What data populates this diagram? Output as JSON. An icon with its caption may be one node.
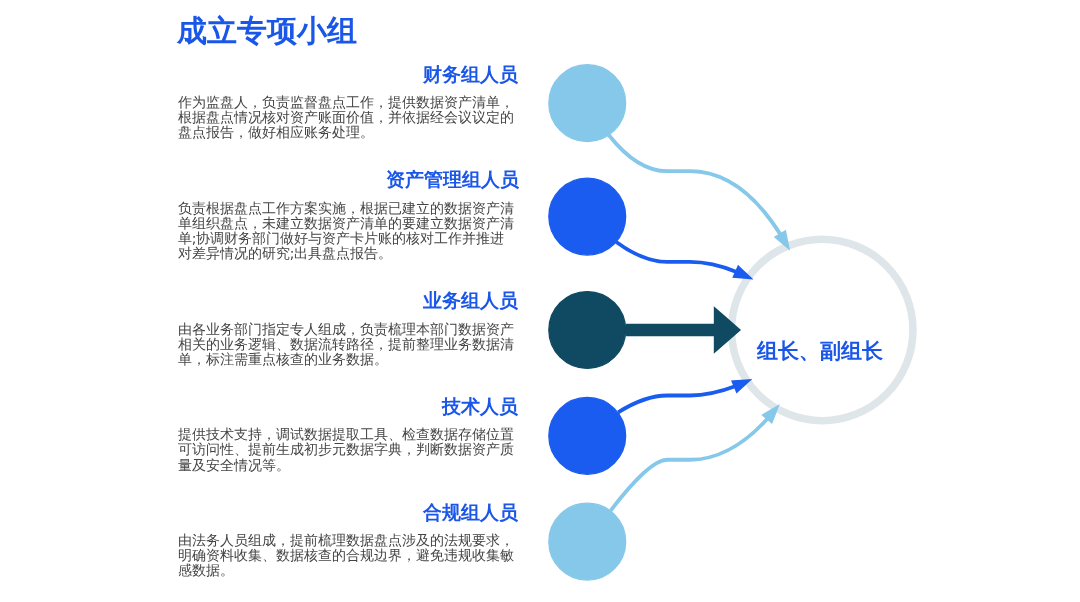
{
  "diagram": {
    "title": "成立专项小组",
    "nodes": [
      {
        "text": [],
        "shape": "circle",
        "beside": [
          "财务组人员",
          "作为监盘人，负责监督盘点工作，提供数据资产清单，根据盘点情况核对资产账面价值，并依据经会议议定的盘点报告，做好相应账务处理。"
        ]
      },
      {
        "text": [],
        "shape": "circle",
        "beside": [
          "资产管理组人员",
          "负责根据盘点工作方案实施，根据已建立的数据资产清单组织盘点，未建立数据资产清单的要建立数据资产清单;协调财务部门做好与资产卡片账的核对工作并推进对差异情况的研究;出具盘点报告。"
        ]
      },
      {
        "text": [],
        "shape": "circle",
        "beside": [
          "业务组人员",
          "由各业务部门指定专人组成，负责梳理本部门数据资产相关的业务逻辑、数据流转路径，提前整理业务数据清单，标注需重点核查的业务数据。"
        ]
      },
      {
        "text": [],
        "shape": "circle",
        "beside": [
          "技术人员",
          "提供技术支持，调试数据提取工具、检查数据存储位置可访问性、提前生成初步元数据字典，判断数据资产质量及安全情况等。"
        ]
      },
      {
        "text": [],
        "shape": "circle",
        "beside": [
          "合规组人员",
          "由法务人员组成，提前梳理数据盘点涉及的法规要求，明确资料收集、数据核查的合规边界，避免违规收集敏感数据。"
        ]
      },
      {
        "text": [
          "组长、副组长"
        ]
      }
    ],
    "edges": [
      {
        "from": 0,
        "to": 5,
        "arrow": "to",
        "color": "#86c8ea"
      },
      {
        "from": 1,
        "to": 5,
        "arrow": "to",
        "color": "#1a5cf0"
      },
      {
        "from": 2,
        "to": 5,
        "arrow": "to",
        "style": "thick",
        "color": "#0f4a62"
      },
      {
        "from": 3,
        "to": 5,
        "arrow": "to",
        "color": "#1a5cf0"
      },
      {
        "from": 4,
        "to": 5,
        "arrow": "to",
        "color": "#86c8ea"
      }
    ]
  }
}
